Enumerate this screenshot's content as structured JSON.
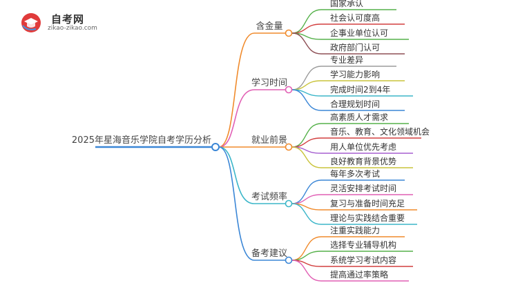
{
  "logo": {
    "title": "自考网",
    "subtitle": "zikao-zikao.com",
    "icon": "graduation-cap-icon",
    "accent": "#e03b3b"
  },
  "root": {
    "label": "2025年星海音乐学院自考学历分析",
    "color": "#3a86d6"
  },
  "branches": [
    {
      "label": "含金量",
      "color": "#f08a2b",
      "leaves": [
        {
          "label": "国家承认",
          "color": "#55b14a"
        },
        {
          "label": "社会认可度高",
          "color": "#d23e3e"
        },
        {
          "label": "企事业单位认可",
          "color": "#55b14a"
        },
        {
          "label": "政府部门认可",
          "color": "#8d4f55"
        }
      ]
    },
    {
      "label": "学习时间",
      "color": "#e15fb4",
      "leaves": [
        {
          "label": "专业差异",
          "color": "#9b9b9b"
        },
        {
          "label": "学习能力影响",
          "color": "#c9c33a"
        },
        {
          "label": "完成时间2到4年",
          "color": "#3bb6c9"
        },
        {
          "label": "合理规划时间",
          "color": "#3a86d6"
        }
      ]
    },
    {
      "label": "就业前景",
      "color": "#f08a2b",
      "leaves": [
        {
          "label": "高素质人才需求",
          "color": "#55b14a"
        },
        {
          "label": "音乐、教育、文化领域机会",
          "color": "#d23e3e"
        },
        {
          "label": "用人单位优先考虑",
          "color": "#a55fd0"
        },
        {
          "label": "良好教育背景优势",
          "color": "#c9c33a"
        }
      ]
    },
    {
      "label": "考试频率",
      "color": "#3bb6c9",
      "leaves": [
        {
          "label": "每年多次考试",
          "color": "#3a86d6"
        },
        {
          "label": "灵活安排考试时间",
          "color": "#e15fb4"
        },
        {
          "label": "复习与准备时间充足",
          "color": "#f08a2b"
        },
        {
          "label": "理论与实践结合重要",
          "color": "#3bb6c9"
        }
      ]
    },
    {
      "label": "备考建议",
      "color": "#3a86d6",
      "leaves": [
        {
          "label": "注重实践能力",
          "color": "#f08a2b"
        },
        {
          "label": "选择专业辅导机构",
          "color": "#55b14a"
        },
        {
          "label": "系统学习考试内容",
          "color": "#d23e3e"
        },
        {
          "label": "提高通过率策略",
          "color": "#e15fb4"
        }
      ]
    }
  ]
}
